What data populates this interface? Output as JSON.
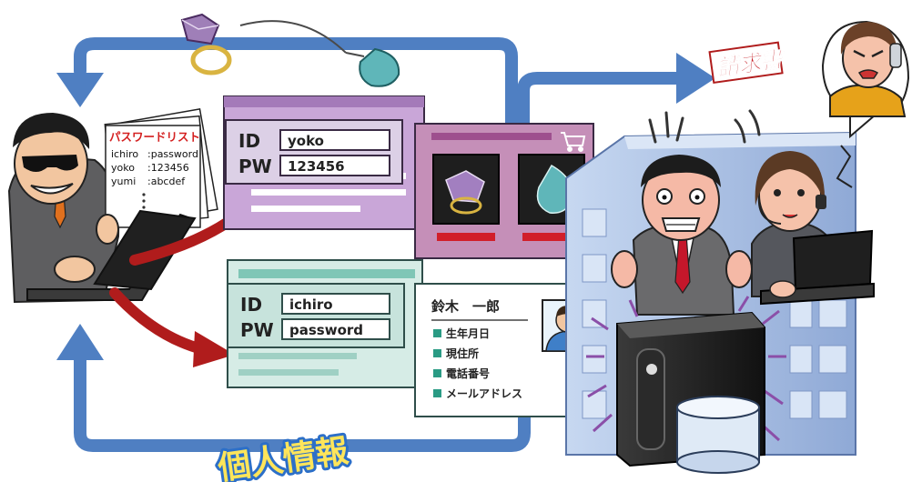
{
  "password_list": {
    "title": "パスワードリスト",
    "entries": [
      {
        "user": "ichiro",
        "pass": ":password"
      },
      {
        "user": "yoko",
        "pass": ":123456"
      },
      {
        "user": "yumi",
        "pass": ":abcdef"
      }
    ]
  },
  "login_shop": {
    "id_label": "ID",
    "id_value": "yoko",
    "pw_label": "PW",
    "pw_value": "123456"
  },
  "login_profile": {
    "id_label": "ID",
    "id_value": "ichiro",
    "pw_label": "PW",
    "pw_value": "password"
  },
  "profile_card": {
    "name": "鈴木　一郎",
    "fields": [
      "生年月日",
      "現住所",
      "電話番号",
      "メールアドレス"
    ]
  },
  "invoice_label": "請求書",
  "personal_info_label": "個人情報",
  "colors": {
    "loop_arrow": "#4f7fc2",
    "attack_arrow": "#b01c1c",
    "shop_panel": "#c9a6d8",
    "profile_panel": "#d6ece6",
    "building": "#aec4e6"
  }
}
